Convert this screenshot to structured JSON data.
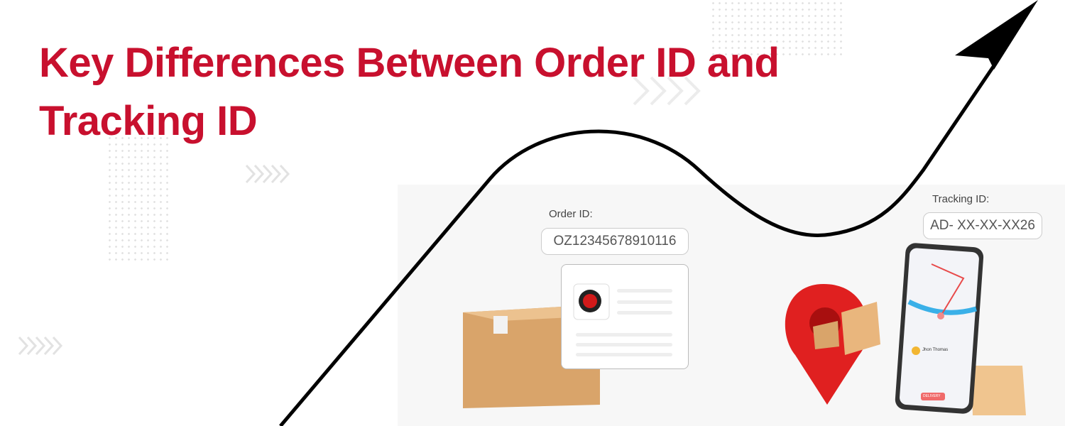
{
  "title": "Key Differences Between Order ID and Tracking ID",
  "order": {
    "label": "Order ID:",
    "value": "OZ12345678910116"
  },
  "tracking": {
    "label": "Tracking ID:",
    "value": "AD- XX-XX-XX26"
  },
  "phone": {
    "driver_name": "Jhon Thomas",
    "button": "DELIVERY"
  },
  "colors": {
    "title": "#c8102e",
    "curve": "#000000",
    "box": "#d9a46a",
    "pin": "#e02020"
  }
}
